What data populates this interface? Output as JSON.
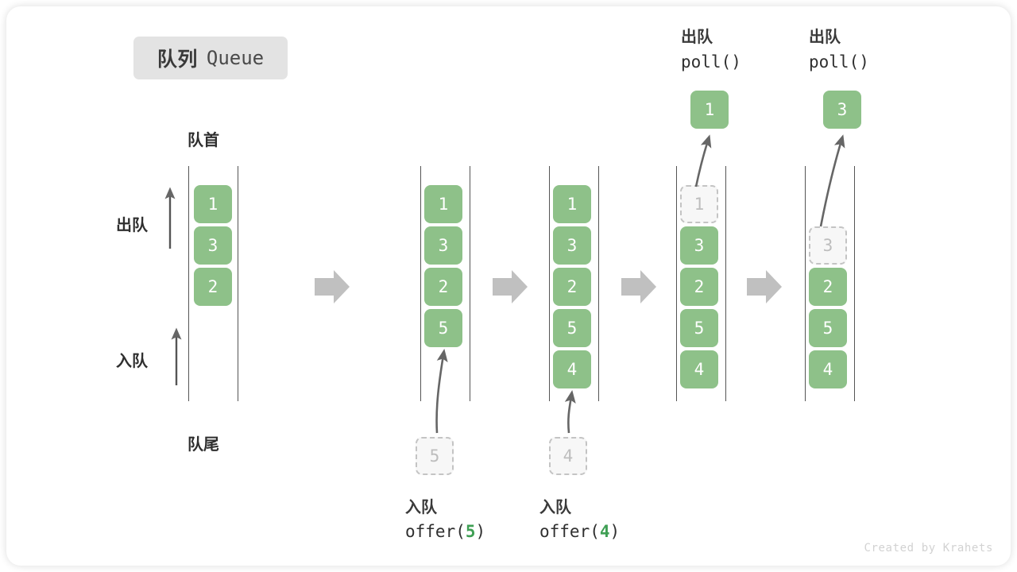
{
  "title": {
    "cn": "队列",
    "en": "Queue"
  },
  "side_labels": {
    "head": "队首",
    "tail": "队尾",
    "dequeue": "出队",
    "enqueue": "入队"
  },
  "watermark": "Created by Krahets",
  "colors": {
    "element_green": "#8ec189",
    "ghost_fill": "#f7f7f7",
    "ghost_border": "#c4c4c4",
    "ghost_text": "#bdbdbd",
    "rail": "#555555",
    "step_arrow": "#c0c0c0",
    "curve_arrow": "#666666",
    "badge_bg": "#e3e3e3",
    "accent_arg": "#3f9f54"
  },
  "columns": [
    {
      "id": "col-1",
      "name": "initial-queue",
      "elements": [
        "1",
        "3",
        "2"
      ],
      "ghost": null,
      "popped": null,
      "caption": null
    },
    {
      "id": "col-2",
      "name": "after-offer-5",
      "elements": [
        "1",
        "3",
        "2",
        "5"
      ],
      "ghost": {
        "value": "5",
        "position": "below"
      },
      "popped": null,
      "caption": {
        "cn": "入队",
        "code_prefix": "offer(",
        "code_arg": "5",
        "code_suffix": ")"
      }
    },
    {
      "id": "col-3",
      "name": "after-offer-4",
      "elements": [
        "1",
        "3",
        "2",
        "5",
        "4"
      ],
      "ghost": {
        "value": "4",
        "position": "below"
      },
      "popped": null,
      "caption": {
        "cn": "入队",
        "code_prefix": "offer(",
        "code_arg": "4",
        "code_suffix": ")"
      }
    },
    {
      "id": "col-4",
      "name": "after-poll-1",
      "elements": [
        "3",
        "2",
        "5",
        "4"
      ],
      "ghost": {
        "value": "1",
        "position": "top"
      },
      "popped": {
        "value": "1"
      },
      "caption": {
        "cn": "出队",
        "code_prefix": "poll(",
        "code_arg": "",
        "code_suffix": ")"
      }
    },
    {
      "id": "col-5",
      "name": "after-poll-3",
      "elements": [
        "2",
        "5",
        "4"
      ],
      "ghost": {
        "value": "3",
        "position": "row2"
      },
      "popped": {
        "value": "3"
      },
      "caption": {
        "cn": "出队",
        "code_prefix": "poll(",
        "code_arg": "",
        "code_suffix": ")"
      }
    }
  ],
  "step_arrows": 4
}
